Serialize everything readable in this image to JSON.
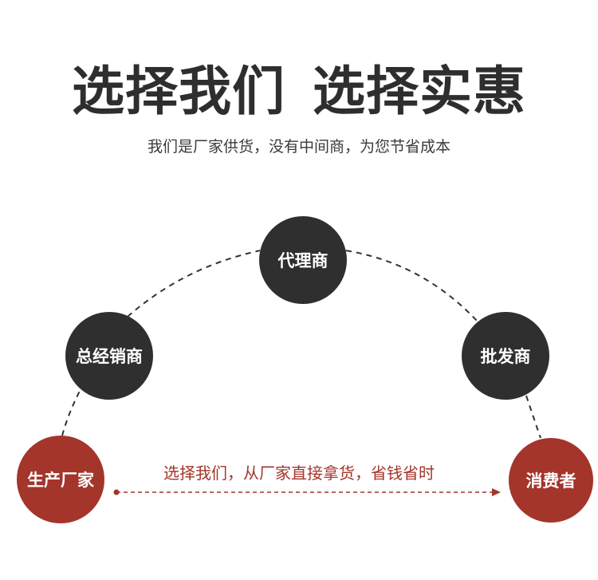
{
  "header": {
    "title_left": "选择我们",
    "title_right": "选择实惠",
    "subtitle": "我们是厂家供货，没有中间商，为您节省成本"
  },
  "nodes": {
    "producer": "生产厂家",
    "general_distributor": "总经销商",
    "agent": "代理商",
    "wholesaler": "批发商",
    "consumer": "消费者"
  },
  "direct_path": {
    "label": "选择我们，从厂家直接拿货，省钱省时"
  },
  "colors": {
    "dark_node": "#2f2f2f",
    "red_node": "#a3352b",
    "title_text": "#2e2e2e",
    "accent_text": "#a3352b",
    "dashed_line": "#333333"
  }
}
